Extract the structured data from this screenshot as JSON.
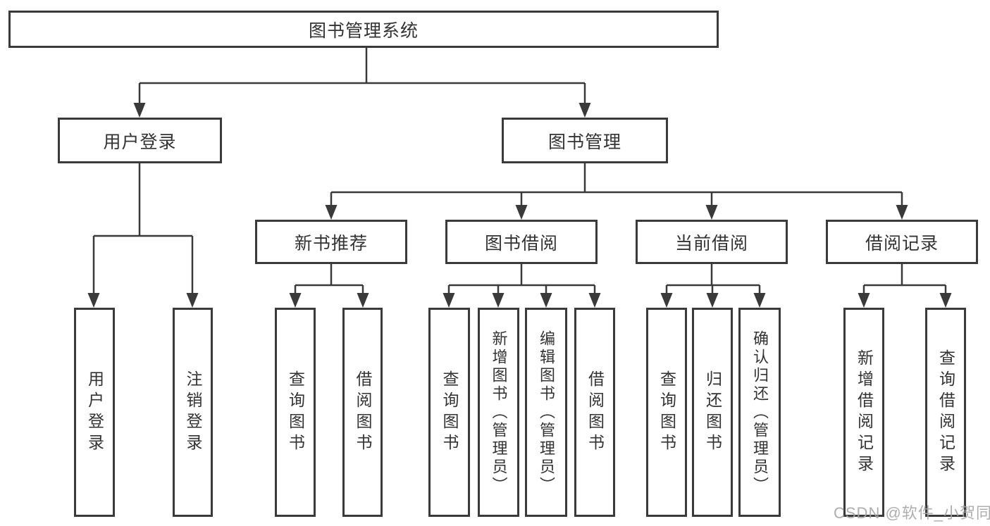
{
  "diagram": {
    "root": "图书管理系统",
    "level2": [
      {
        "label": "用户登录"
      },
      {
        "label": "图书管理"
      }
    ],
    "level3": [
      {
        "label": "新书推荐"
      },
      {
        "label": "图书借阅"
      },
      {
        "label": "当前借阅"
      },
      {
        "label": "借阅记录"
      }
    ],
    "leaves": {
      "user_login": [
        "用户登录",
        "注销登录"
      ],
      "new_book": [
        "查询图书",
        "借阅图书"
      ],
      "book_borrow": [
        "查询图书",
        "新增图书（管理员）",
        "编辑图书（管理员）",
        "借阅图书"
      ],
      "current_borrow": [
        "查询图书",
        "归还图书",
        "确认归还（管理员）"
      ],
      "borrow_record": [
        "新增借阅记录",
        "查询借阅记录"
      ]
    }
  },
  "watermark": "CSDN @软件_小贺同学",
  "colors": {
    "line": "#3a3a3a",
    "text": "#333333",
    "watermark": "#a5a5a5",
    "background": "#ffffff"
  }
}
